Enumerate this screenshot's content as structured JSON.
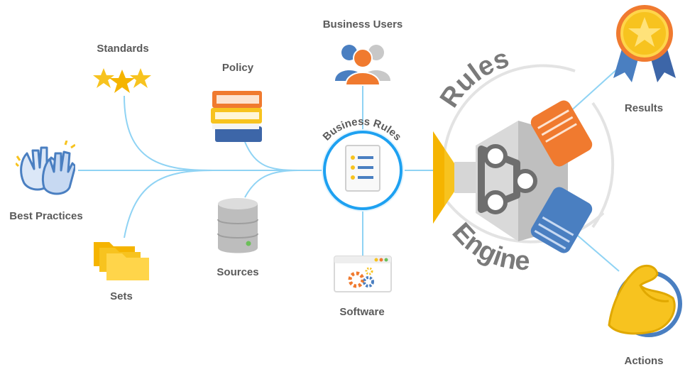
{
  "nodes": {
    "business_users": "Business Users",
    "standards": "Standards",
    "policy": "Policy",
    "best_practices": "Best Practices",
    "sources": "Sources",
    "sets": "Sets",
    "software": "Software",
    "results": "Results",
    "actions": "Actions"
  },
  "hub": {
    "title": "Business Rules"
  },
  "engine": {
    "word_top": "Rules",
    "word_bottom": "Engine"
  },
  "colors": {
    "connector": "#8fd3f4",
    "orange": "#f07a2f",
    "blue": "#4a7fc1",
    "yellow": "#f7c31f",
    "gray": "#7a7a7a",
    "label": "#5a5a5a"
  }
}
